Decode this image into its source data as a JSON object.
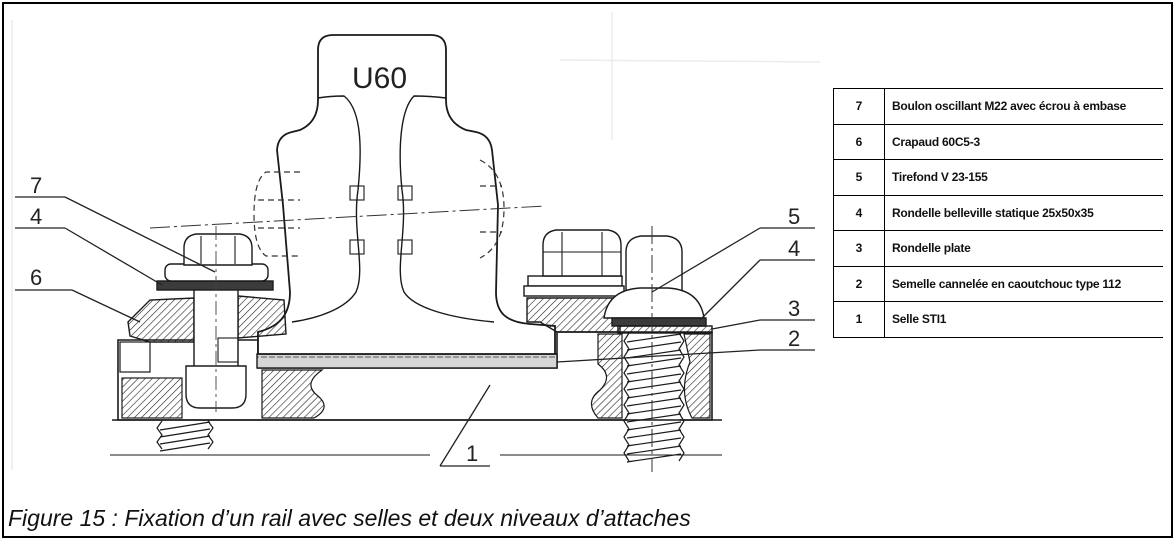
{
  "figure": {
    "rail_label": "U60",
    "caption": "Figure 15 : Fixation d’un rail avec selles et deux niveaux d’attaches",
    "callouts": {
      "left_7": "7",
      "left_4": "4",
      "left_6": "6",
      "right_5": "5",
      "right_4": "4",
      "right_3": "3",
      "right_2": "2",
      "bottom_1": "1"
    }
  },
  "legend": {
    "rows": [
      {
        "number": "7",
        "label": "Boulon oscillant M22 avec écrou à embase"
      },
      {
        "number": "6",
        "label": "Crapaud 60C5-3"
      },
      {
        "number": "5",
        "label": "Tirefond V 23-155"
      },
      {
        "number": "4",
        "label": "Rondelle belleville statique 25x50x35"
      },
      {
        "number": "3",
        "label": "Rondelle plate"
      },
      {
        "number": "2",
        "label": "Semelle cannelée en caoutchouc type 112"
      },
      {
        "number": "1",
        "label": "Selle STI1"
      }
    ]
  },
  "colors": {
    "line": "#1a1a1a",
    "frame": "#000000",
    "background": "#ffffff",
    "washer_fill": "#3b3b3b"
  }
}
